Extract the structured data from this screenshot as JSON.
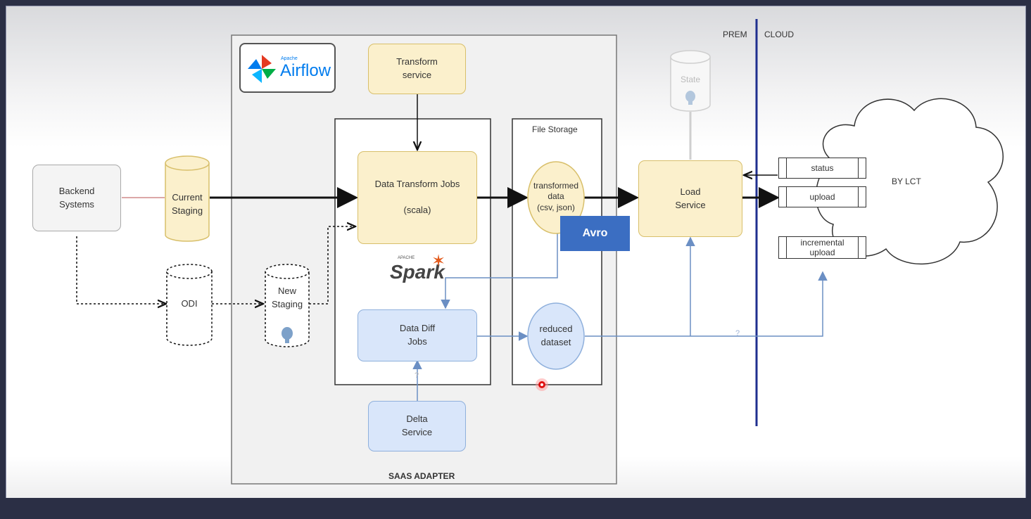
{
  "diagram": {
    "boundary": {
      "prem": "PREM",
      "cloud": "CLOUD"
    },
    "nodes": {
      "backend_systems": "Backend\nSystems",
      "current_staging": "Current\nStaging",
      "odi": "ODI",
      "new_staging": "New\nStaging",
      "transform_service": "Transform\nservice",
      "data_transform_jobs": "Data Transform Jobs\n\n(scala)",
      "file_storage": "File Storage",
      "transformed_data": "transformed\ndata\n(csv, json)",
      "avro": "Avro",
      "data_diff_jobs": "Data Diff\nJobs",
      "reduced_dataset": "reduced\ndataset",
      "delta_service": "Delta\nService",
      "saas_adapter": "SAAS ADAPTER",
      "state": "State",
      "load_service": "Load\nService",
      "status_queue": "status",
      "upload_queue": "upload",
      "incremental_upload_queue": "incremental\nupload",
      "cloud": "BY LCT"
    },
    "logos": {
      "airflow_small": "Apache",
      "airflow": "Airflow",
      "spark_small": "APACHE",
      "spark": "Spark"
    },
    "edge_labels": {
      "question": "?"
    },
    "colors": {
      "tan": "#fbf0cc",
      "blue": "#d9e6fa",
      "avro": "#3b6ec2",
      "divider": "#1f2f8f"
    }
  }
}
